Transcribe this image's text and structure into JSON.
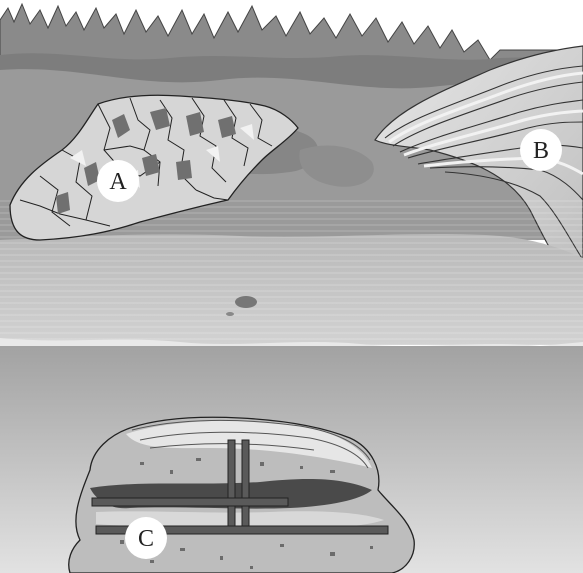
{
  "diagram": {
    "labels": {
      "a": "A",
      "b": "B",
      "c": "C"
    },
    "palette": {
      "sky": "#ffffff",
      "distant_trees": "#8a8a8a",
      "ground_dark": "#7a7a7a",
      "ground_mid": "#9c9c9c",
      "ground_light": "#c4c4c4",
      "plain_band": "#b9b9b9",
      "water_top": "#a2a2a2",
      "water_bottom": "#dcdcdc",
      "outline": "#333333",
      "rock_dark": "#555555",
      "rock_light": "#e0e0e0",
      "strata_light": "#ededed",
      "ore_dark": "#4a4a4a",
      "label_fill": "#ffffff"
    }
  }
}
